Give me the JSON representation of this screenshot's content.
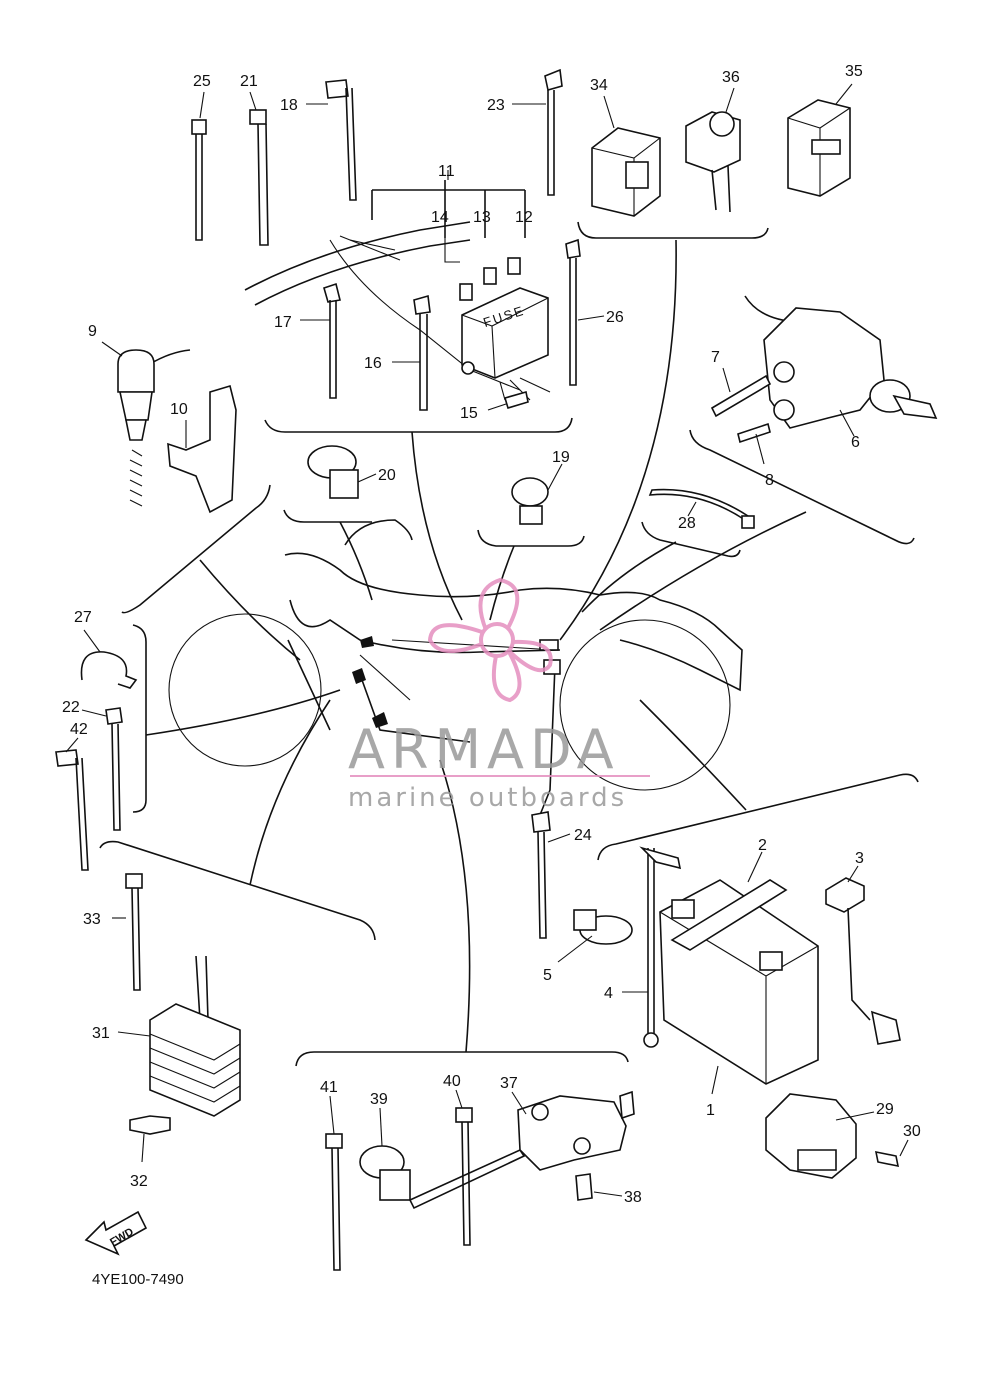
{
  "callouts": [
    "1",
    "2",
    "3",
    "4",
    "5",
    "6",
    "7",
    "8",
    "9",
    "10",
    "11",
    "12",
    "13",
    "14",
    "15",
    "16",
    "17",
    "18",
    "19",
    "20",
    "21",
    "22",
    "23",
    "24",
    "25",
    "26",
    "27",
    "28",
    "29",
    "30",
    "31",
    "32",
    "33",
    "34",
    "35",
    "36",
    "37",
    "38",
    "39",
    "40",
    "41",
    "42"
  ],
  "fuse_box_text": "FUSE",
  "fwd_arrow_text": "FWD",
  "diagram_code": "4YE100-7490",
  "watermark": {
    "brand": "ARMADA",
    "tagline": "marine outboards",
    "logo_color": "#e58fbf"
  }
}
